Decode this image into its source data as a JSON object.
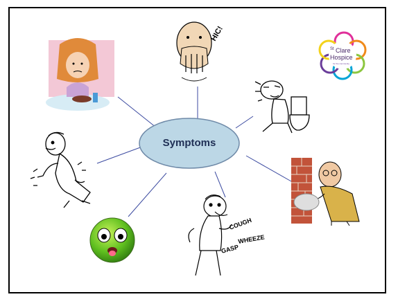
{
  "diagram": {
    "center": {
      "label": "Symptoms",
      "fill": "#bcd7e6",
      "stroke": "#6f8aa8"
    },
    "spoke_color": "#3b4aa0",
    "items": [
      {
        "name": "loss-of-appetite",
        "icon": "girl-at-table-icon"
      },
      {
        "name": "hiccups",
        "icon": "hiccup-man-icon",
        "text": "HIC!"
      },
      {
        "name": "diarrhoea",
        "icon": "man-running-to-toilet-icon"
      },
      {
        "name": "vomiting",
        "icon": "man-vomiting-at-wall-icon"
      },
      {
        "name": "breathlessness",
        "icon": "coughing-man-icon",
        "words": [
          "COUGH",
          "WHEEZE",
          "GASP"
        ]
      },
      {
        "name": "nausea",
        "icon": "green-sick-face-icon"
      },
      {
        "name": "pain",
        "icon": "man-with-back-pain-icon"
      }
    ]
  },
  "logo": {
    "line1": "St",
    "line2": "Clare",
    "line3": "Hospice",
    "tagline": "for the community"
  }
}
